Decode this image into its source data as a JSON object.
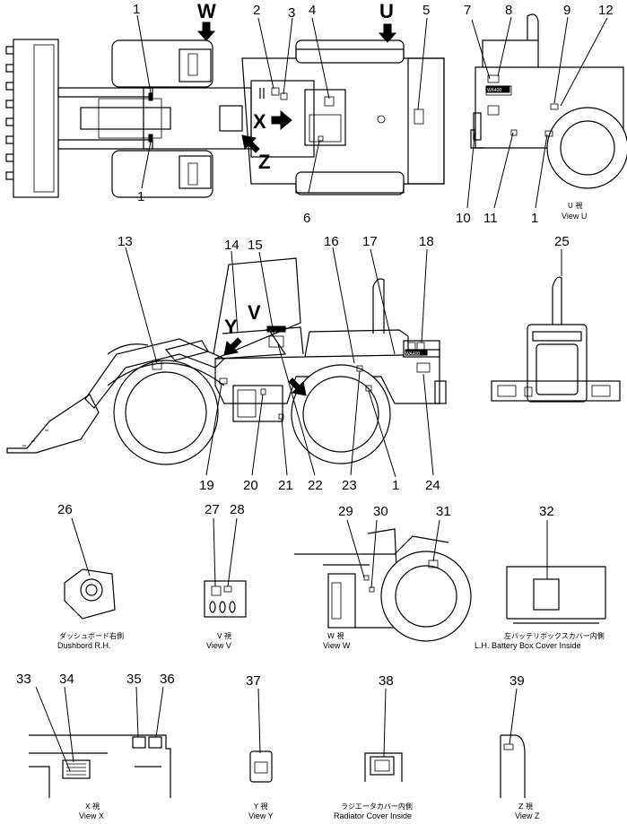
{
  "callouts": [
    "1",
    "2",
    "3",
    "4",
    "5",
    "6",
    "7",
    "8",
    "9",
    "10",
    "11",
    "12",
    "13",
    "14",
    "15",
    "16",
    "17",
    "18",
    "19",
    "20",
    "21",
    "22",
    "23",
    "24",
    "25",
    "26",
    "27",
    "28",
    "29",
    "30",
    "31",
    "32",
    "33",
    "34",
    "35",
    "36",
    "37",
    "38",
    "39"
  ],
  "direction_markers": {
    "W": "W",
    "U": "U",
    "X": "X",
    "Z": "Z",
    "V": "V",
    "Y": "Y"
  },
  "model_plate": "WA400",
  "captions": {
    "view_u_jp": "U 視",
    "view_u": "View U",
    "dashboard_jp": "ダッシュボード右側",
    "dashboard": "Dushbord R.H.",
    "view_v_jp": "V 視",
    "view_v": "View V",
    "view_w_jp": "W 視",
    "view_w": "View W",
    "battery_jp": "左バッテリボックスカバー内側",
    "battery": "L.H. Battery Box Cover Inside",
    "view_x_jp": "X 視",
    "view_x": "View X",
    "view_y_jp": "Y 視",
    "view_y": "View Y",
    "radiator_jp": "ラジエータカバー内側",
    "radiator": "Radiator Cover Inside",
    "view_z_jp": "Z 視",
    "view_z": "View Z"
  }
}
